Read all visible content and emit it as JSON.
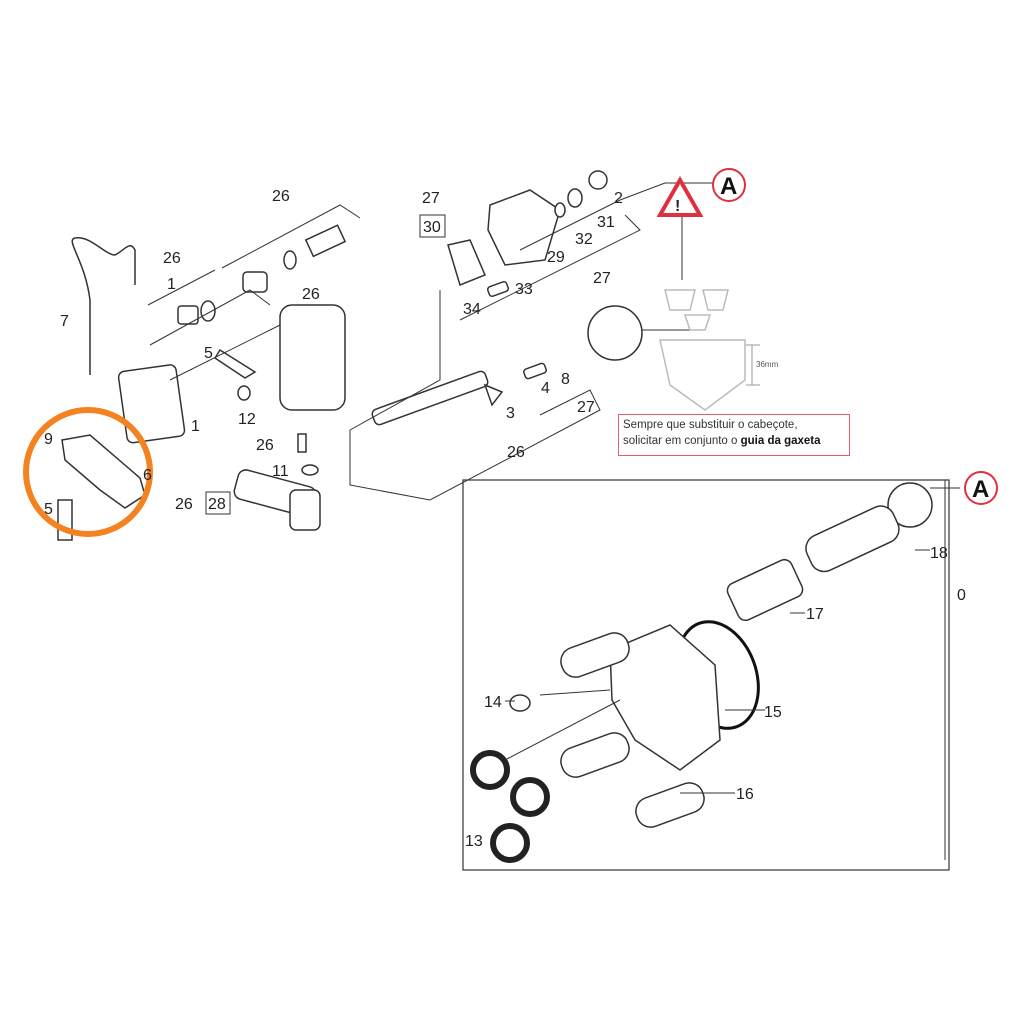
{
  "diagram": {
    "callouts": [
      "26",
      "26",
      "1",
      "7",
      "26",
      "5",
      "1",
      "12",
      "9",
      "6",
      "5",
      "26",
      "11",
      "26",
      "28",
      "27",
      "30",
      "34",
      "33",
      "29",
      "32",
      "31",
      "2",
      "27",
      "4",
      "8",
      "3",
      "27",
      "26",
      "18",
      "0",
      "17",
      "15",
      "14",
      "16",
      "13"
    ],
    "detail_marker": "A",
    "dimension_label": "36mm",
    "warning_icon": "warning-triangle-icon",
    "highlight_color": "#f58220",
    "accent_red": "#e03040"
  },
  "note": {
    "line1": "Sempre que substituir o cabeçote,",
    "line2": "solicitar em conjunto o ",
    "line2_bold": "guia da gaxeta"
  }
}
